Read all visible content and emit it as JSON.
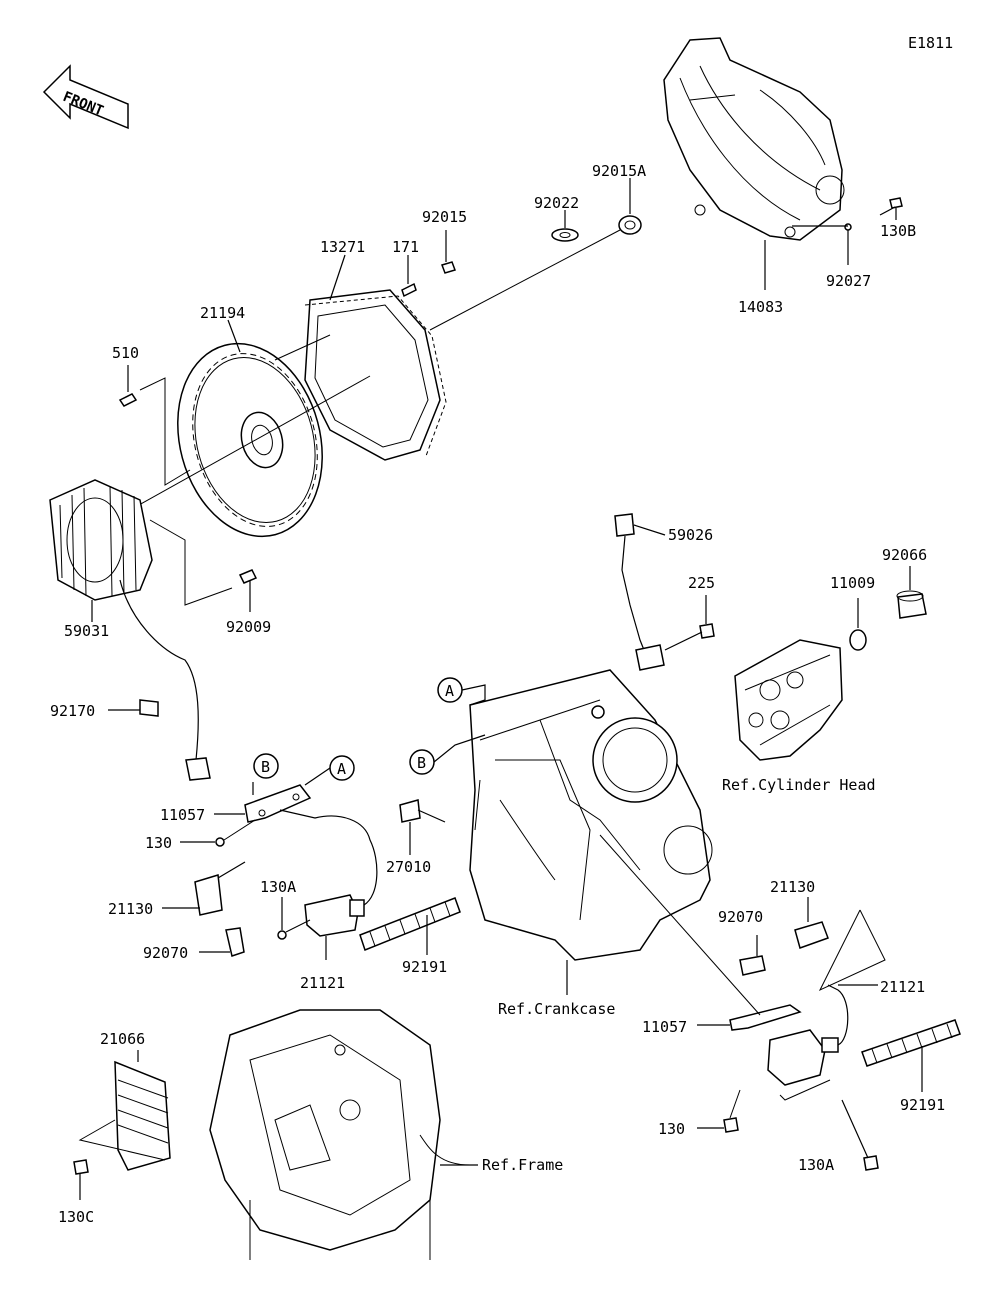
{
  "diagram_code": "E1811",
  "front_label": "FRONT",
  "callouts": {
    "A1": "A",
    "B1": "B",
    "A2": "A",
    "B2": "B"
  },
  "labels": {
    "p92015A": "92015A",
    "p92015": "92015",
    "p92022": "92022",
    "p13271": "13271",
    "p171": "171",
    "p21194": "21194",
    "p510": "510",
    "p14083": "14083",
    "p92027": "92027",
    "p130B": "130B",
    "p59031": "59031",
    "p92009": "92009",
    "p92170": "92170",
    "p59026": "59026",
    "p225": "225",
    "p11009": "11009",
    "p92066": "92066",
    "ref_cylinder_head": "Ref.Cylinder Head",
    "p11057_left": "11057",
    "p130_left": "130",
    "p21130_left": "21130",
    "p130A_left": "130A",
    "p92070_left": "92070",
    "p21121_left": "21121",
    "p92191_left": "92191",
    "p27010": "27010",
    "ref_crankcase": "Ref.Crankcase",
    "p21130_right": "21130",
    "p92070_right": "92070",
    "p21121_right": "21121",
    "p11057_right": "11057",
    "p130_right": "130",
    "p92191_right": "92191",
    "p130A_right": "130A",
    "p21066": "21066",
    "p130C": "130C",
    "ref_frame": "Ref.Frame"
  }
}
